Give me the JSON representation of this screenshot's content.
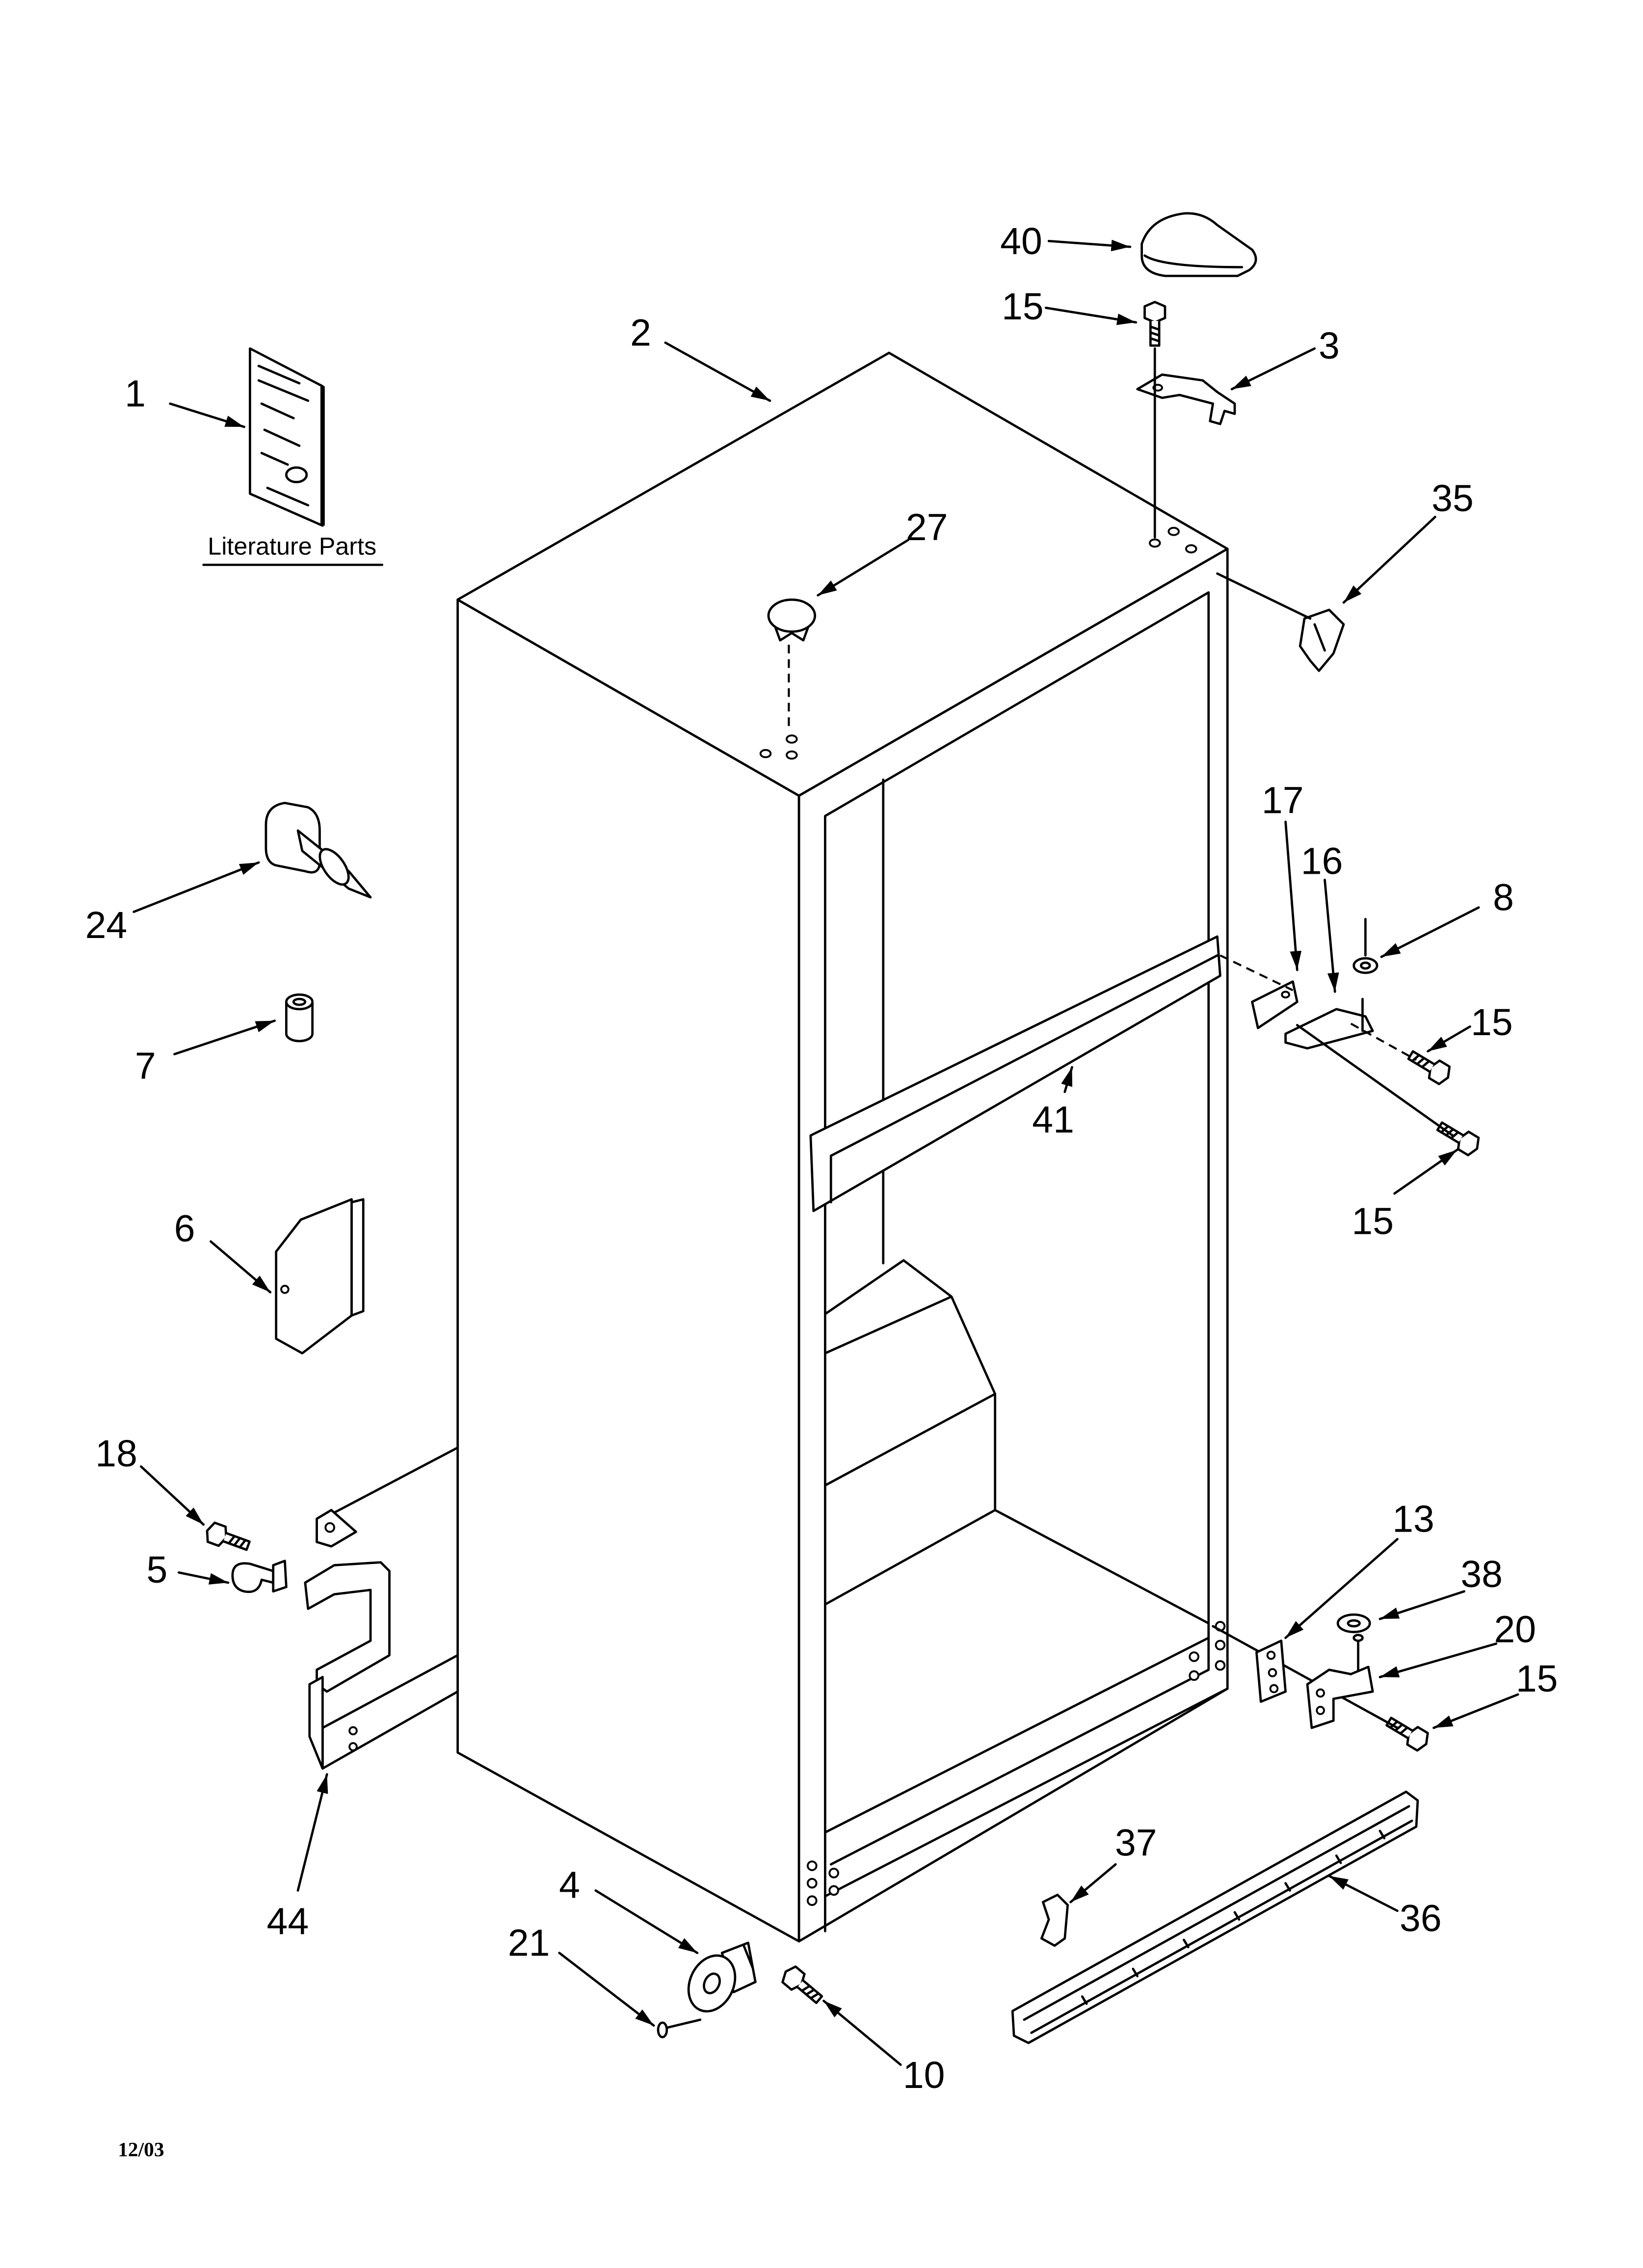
{
  "diagram": {
    "callouts": [
      "40",
      "15",
      "3",
      "2",
      "1",
      "27",
      "35",
      "17",
      "16",
      "8",
      "24",
      "15",
      "7",
      "41",
      "15",
      "6",
      "18",
      "5",
      "13",
      "38",
      "20",
      "15",
      "37",
      "36",
      "44",
      "4",
      "21",
      "10"
    ],
    "literature_caption": "Literature Parts",
    "date_code": "12/03"
  }
}
